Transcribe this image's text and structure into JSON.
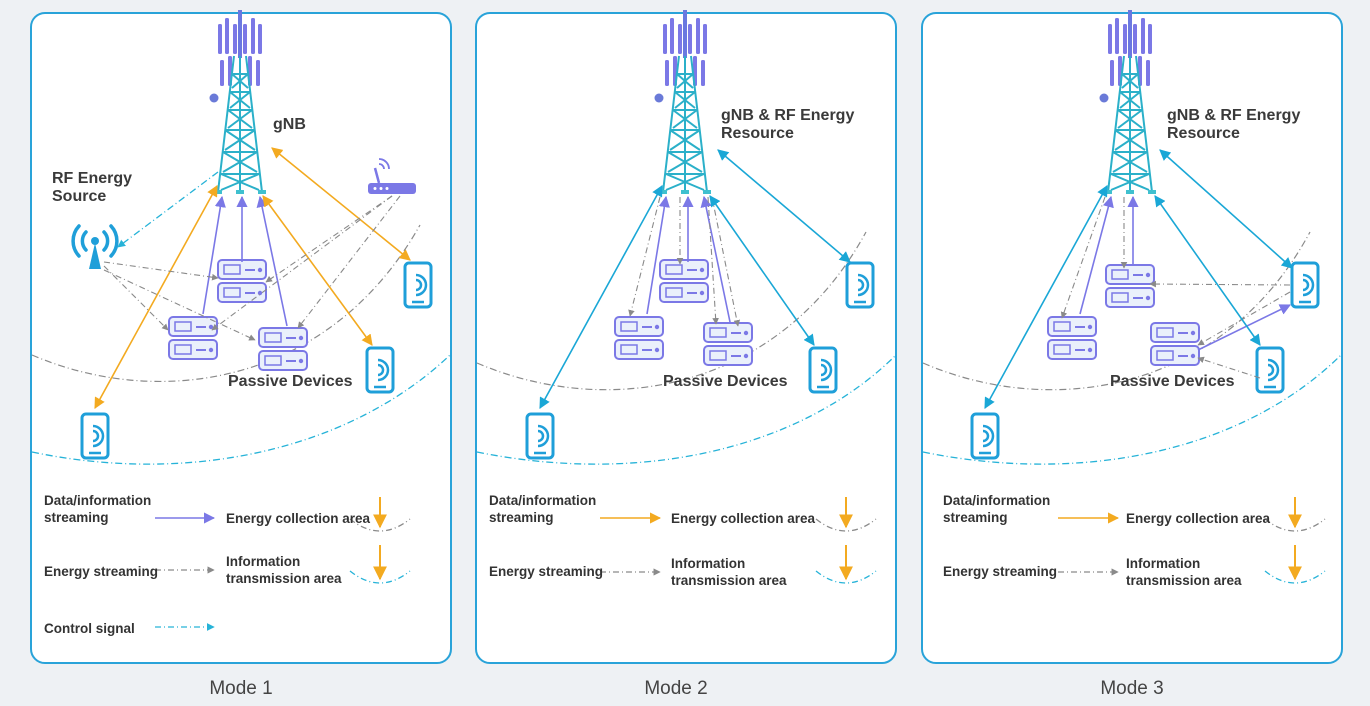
{
  "panels": [
    {
      "caption": "Mode 1",
      "tower_label": "gNB",
      "source_label": "RF Energy Source",
      "devices_label": "Passive Devices",
      "legend": {
        "data": "Data/information streaming",
        "energy": "Energy streaming",
        "control": "Control signal",
        "collection": "Energy collection area",
        "transmission": "Information transmission area"
      }
    },
    {
      "caption": "Mode 2",
      "tower_label": "gNB & RF Energy Resource",
      "devices_label": "Passive Devices",
      "legend": {
        "data": "Data/information streaming",
        "energy": "Energy streaming",
        "collection": "Energy collection area",
        "transmission": "Information transmission area"
      }
    },
    {
      "caption": "Mode 3",
      "tower_label": "gNB & RF Energy Resource",
      "devices_label": "Passive Devices",
      "legend": {
        "data": "Data/information streaming",
        "energy": "Energy streaming",
        "collection": "Energy collection area",
        "transmission": "Information transmission area"
      }
    }
  ],
  "colors": {
    "frame": "#29a3d9",
    "data_arrow": "#7b78e6",
    "control": "#27b3d8",
    "orange": "#f3aa20",
    "grey": "#8a8a8a",
    "cyan_link": "#1aa7d6"
  }
}
